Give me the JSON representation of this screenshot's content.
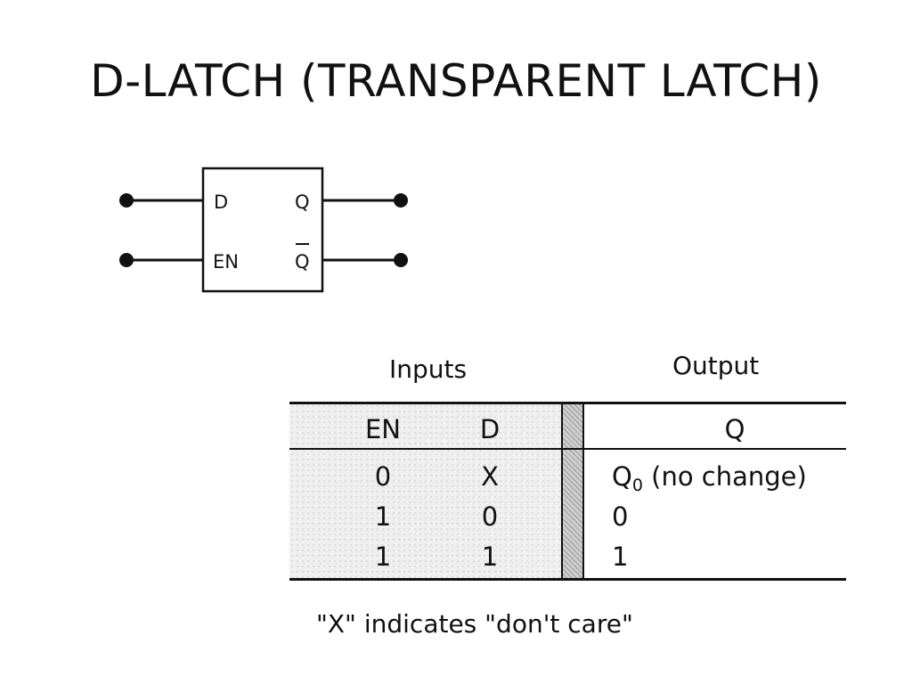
{
  "slide": {
    "title": "D-LATCH (TRANSPARENT LATCH)"
  },
  "latch_symbol": {
    "input_d": "D",
    "input_en": "EN",
    "output_q": "Q",
    "output_q_bar": "Q"
  },
  "truth_table": {
    "group_inputs": "Inputs",
    "group_output": "Output",
    "columns": [
      "EN",
      "D",
      "Q"
    ],
    "rows": [
      {
        "en": "0",
        "d": "X",
        "q_main": "Q",
        "q_sub": "0",
        "q_rest": " (no change)"
      },
      {
        "en": "1",
        "d": "0",
        "q_main": "0",
        "q_sub": "",
        "q_rest": ""
      },
      {
        "en": "1",
        "d": "1",
        "q_main": "1",
        "q_sub": "",
        "q_rest": ""
      }
    ],
    "footnote": "\"X\" indicates \"don't care\""
  }
}
